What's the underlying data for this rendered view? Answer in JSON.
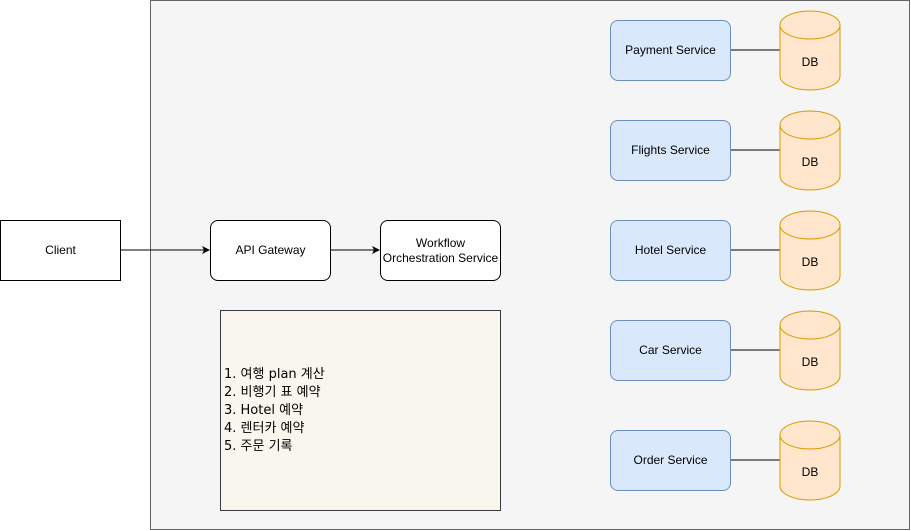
{
  "client": "Client",
  "gateway": "API Gateway",
  "workflow": "Workflow\nOrchestration Service",
  "services": [
    {
      "name": "Payment Service",
      "db": "DB"
    },
    {
      "name": "Flights Service",
      "db": "DB"
    },
    {
      "name": "Hotel Service",
      "db": "DB"
    },
    {
      "name": "Car Service",
      "db": "DB"
    },
    {
      "name": "Order Service",
      "db": "DB"
    }
  ],
  "steps": [
    "1. 여행 plan 계산",
    "2. 비행기 표 예약",
    "3. Hotel 예약",
    "4. 렌터카 예약",
    "5. 주문 기록"
  ],
  "colors": {
    "service_fill": "#dae8fc",
    "service_stroke": "#6c8ebf",
    "db_fill": "#ffe6cc",
    "db_stroke": "#d79b00",
    "container_fill": "#f5f5f5",
    "note_fill": "#f9f7ed"
  }
}
